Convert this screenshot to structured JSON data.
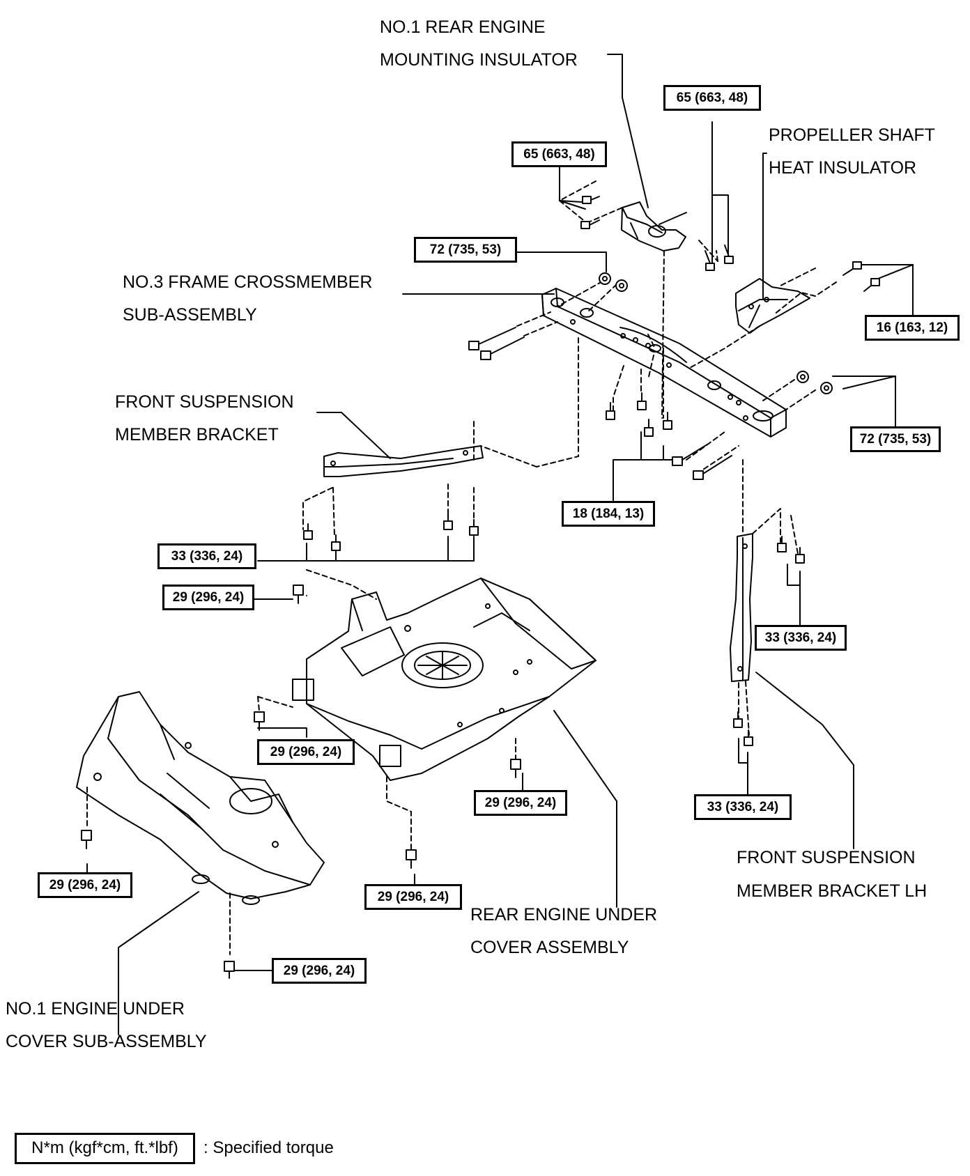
{
  "parts": {
    "rear_mount_insulator": [
      "NO.1 REAR ENGINE",
      "MOUNTING INSULATOR"
    ],
    "prop_shaft_insulator": [
      "PROPELLER SHAFT",
      "HEAT INSULATOR"
    ],
    "frame_crossmember": [
      "NO.3 FRAME CROSSMEMBER",
      "SUB-ASSEMBLY"
    ],
    "front_susp_bracket": [
      "FRONT SUSPENSION",
      "MEMBER BRACKET"
    ],
    "front_susp_bracket_lh": [
      "FRONT SUSPENSION",
      "MEMBER BRACKET LH"
    ],
    "rear_under_cover": [
      "REAR ENGINE UNDER",
      "COVER ASSEMBLY"
    ],
    "no1_under_cover": [
      "NO.1 ENGINE UNDER",
      "COVER SUB-ASSEMBLY"
    ]
  },
  "torques": {
    "mount_upper_right": "65 (663, 48)",
    "mount_upper_left": "65 (663, 48)",
    "crossmember_nuts_left": "72 (735, 53)",
    "heat_insulator_bolts": "16 (163, 12)",
    "crossmember_nuts_right": "72 (735, 53)",
    "crossmember_bolts": "18 (184, 13)",
    "bracket_bolts": "33 (336, 24)",
    "cover_bolt_upper_left": "29 (296, 24)",
    "lh_bracket_upper": "33 (336, 24)",
    "cover_bolt_mid_left": "29 (296, 24)",
    "cover_bolt_mid_right": "29 (296, 24)",
    "lh_bracket_lower": "33 (336, 24)",
    "cover_bolt_far_left": "29 (296, 24)",
    "cover_bolt_lower_mid": "29 (296, 24)",
    "cover_bolt_bottom": "29 (296, 24)"
  },
  "legend": {
    "unit": "N*m (kgf*cm, ft.*lbf)",
    "description": ": Specified torque"
  }
}
